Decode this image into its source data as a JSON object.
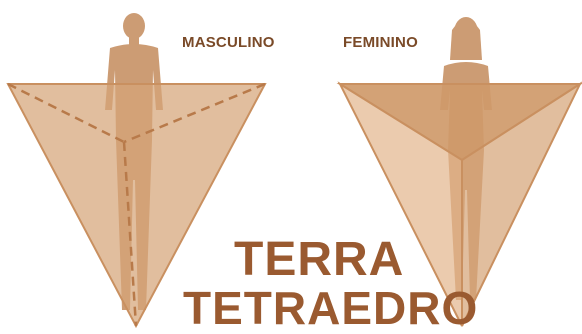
{
  "labels": {
    "masculine": "MASCULINO",
    "feminine": "FEMININO",
    "element": "TERRA",
    "solid": "TETRAEDRO"
  },
  "colors": {
    "label_text": "#7a4a28",
    "title_text": "#9a5a30",
    "triangle_fill": "#d6a579",
    "triangle_stroke": "#c99060",
    "face_front": "#e2b58c",
    "face_top": "#cf9a6a",
    "dashed_line": "#b87a4a",
    "figure_fill": "#c48b5c"
  },
  "icons": {
    "left": "inverted-triangle-tetrahedron-with-male-figure",
    "right": "inverted-triangle-tetrahedron-with-female-figure"
  }
}
